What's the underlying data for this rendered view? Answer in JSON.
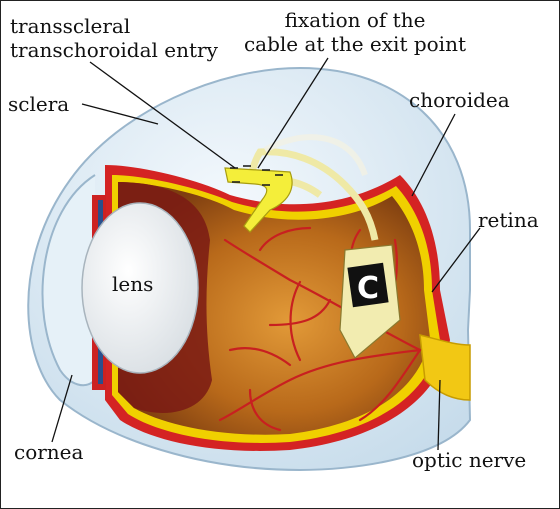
{
  "labels": {
    "transscleral_line1": "transscleral",
    "transscleral_line2": "transchoroidal entry",
    "fixation_line1": "fixation of the",
    "fixation_line2": "cable at the exit point",
    "sclera": "sclera",
    "choroidea": "choroidea",
    "retina": "retina",
    "lens": "lens",
    "cornea": "cornea",
    "optic_nerve": "optic nerve"
  },
  "colors": {
    "sclera": "#dcecf6",
    "sclera_edge": "#9ab6cc",
    "choroid": "#d42323",
    "retina": "#f0d000",
    "interior": "#b46414",
    "iris": "#7a1a14",
    "vessel": "#c82020",
    "lens": "#f4f5f6",
    "cable": "#f4ee3a"
  }
}
